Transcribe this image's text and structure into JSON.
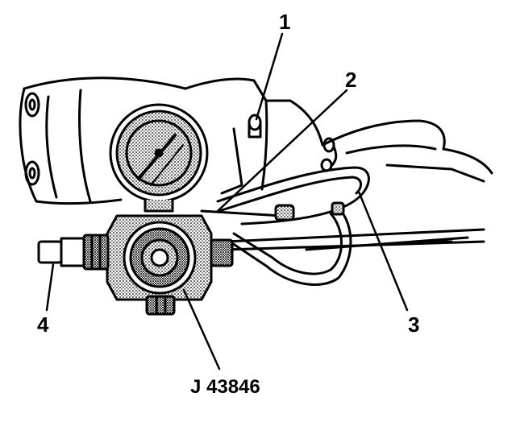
{
  "callouts": {
    "c1": "1",
    "c2": "2",
    "c3": "3",
    "c4": "4"
  },
  "tool_label": "J 43846",
  "colors": {
    "ink": "#000000",
    "paper": "#ffffff",
    "stipple": "#8a8a8a"
  }
}
